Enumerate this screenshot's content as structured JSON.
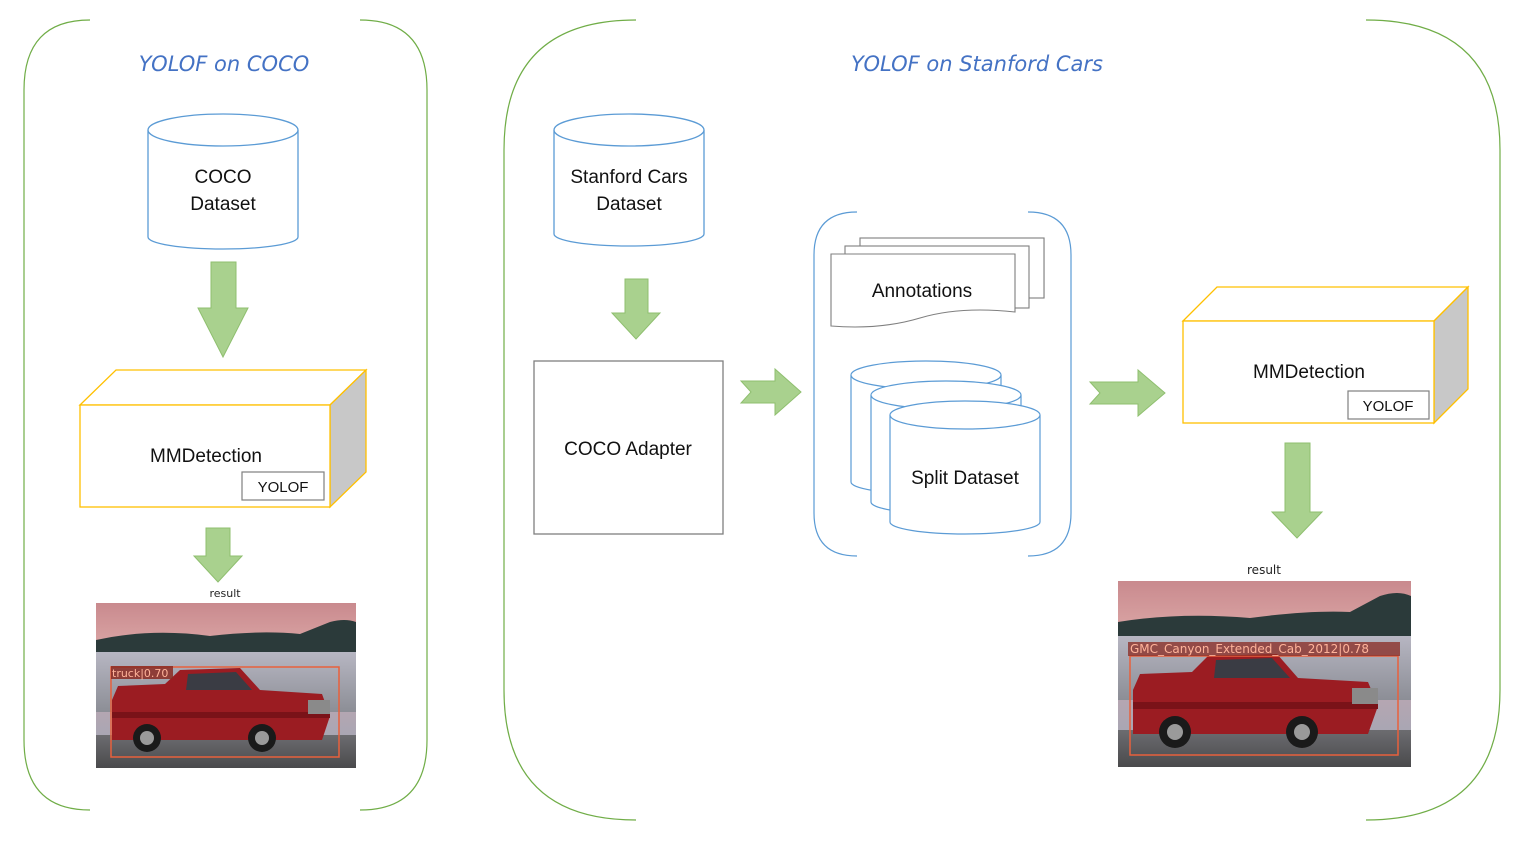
{
  "panels": {
    "coco": {
      "title": "YOLOF on COCO"
    },
    "stanford": {
      "title": "YOLOF on Stanford Cars"
    }
  },
  "coco_panel": {
    "dataset_line1": "COCO",
    "dataset_line2": "Dataset",
    "mmdet_label": "MMDetection",
    "model_label": "YOLOF",
    "result_label": "result",
    "detection_label": "truck|0.70"
  },
  "stanford_panel": {
    "dataset_line1": "Stanford Cars",
    "dataset_line2": "Dataset",
    "adapter_label": "COCO Adapter",
    "annotations_label": "Annotations",
    "split_label": "Split Dataset",
    "mmdet_label": "MMDetection",
    "model_label": "YOLOF",
    "result_label": "result",
    "detection_label": "GMC_Canyon_Extended_Cab_2012|0.78"
  },
  "colors": {
    "panel_border": "#70ad47",
    "arrow_fill": "#a9d18e",
    "arrow_stroke": "#8fbf6f",
    "cylinder_stroke": "#5b9bd5",
    "box_stroke": "#ffc000",
    "box_side": "#c8c8c8",
    "title": "#4472c4",
    "detection_box": "#e8603c"
  }
}
